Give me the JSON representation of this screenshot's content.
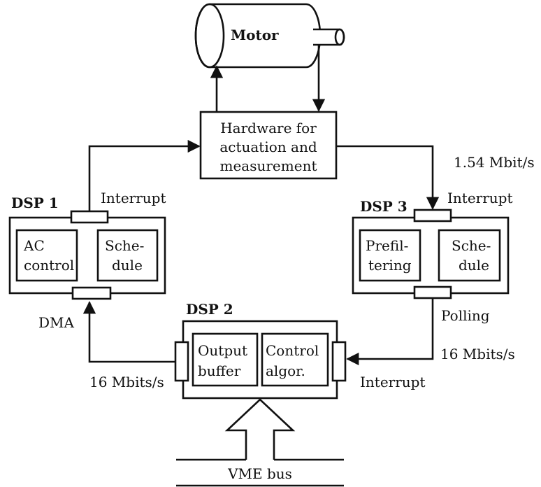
{
  "motor": {
    "label": "Motor"
  },
  "hardware": {
    "line1": "Hardware for",
    "line2": "actuation and",
    "line3": "measurement"
  },
  "dsp1": {
    "title": "DSP 1",
    "block1": {
      "line1": "AC",
      "line2": "control"
    },
    "block2": {
      "line1": "Sche-",
      "line2": "dule"
    },
    "interrupt_label": "Interrupt",
    "dma_label": "DMA"
  },
  "dsp2": {
    "title": "DSP 2",
    "block1": {
      "line1": "Output",
      "line2": "buffer"
    },
    "block2": {
      "line1": "Control",
      "line2": "algor."
    },
    "left_rate": "16 Mbits/s",
    "right_label": "Interrupt"
  },
  "dsp3": {
    "title": "DSP 3",
    "block1": {
      "line1": "Prefil-",
      "line2": "tering"
    },
    "block2": {
      "line1": "Sche-",
      "line2": "dule"
    },
    "interrupt_label": "Interrupt",
    "polling_label": "Polling",
    "rate": "16 Mbits/s"
  },
  "link_rate": "1.54 Mbit/s",
  "vme": {
    "label": "VME bus"
  }
}
